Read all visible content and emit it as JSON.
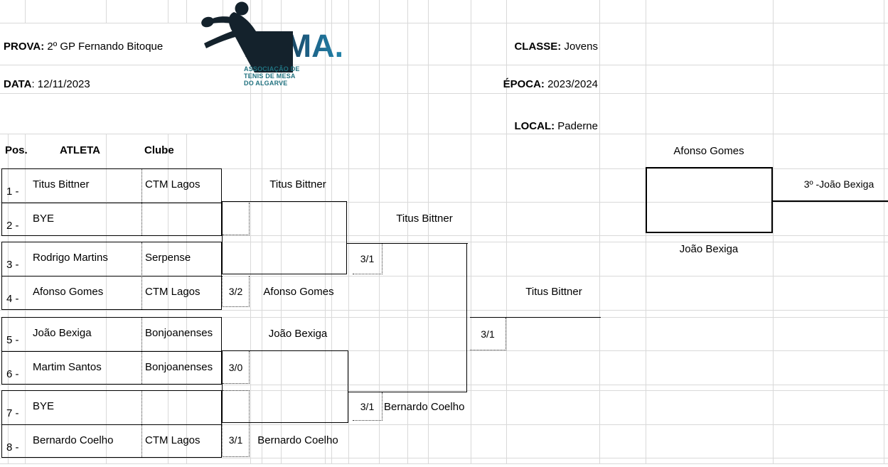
{
  "header": {
    "prova_label": "PROVA:",
    "prova_value": "2º GP Fernando Bitoque",
    "data_label": "DATA",
    "data_value": ": 12/11/2023",
    "classe_label": "CLASSE:",
    "classe_value": "Jovens",
    "epoca_label": "ÉPOCA:",
    "epoca_value": "2023/2024",
    "local_label": "LOCAL:",
    "local_value": "Paderne"
  },
  "logo": {
    "brand": "ATMA.",
    "subtitle_lines": [
      "ASSOCIAÇÃO DE",
      "TENIS DE MESA",
      "DO ALGARVE"
    ],
    "colors": {
      "silhouette_dark": "#14222c",
      "brand_teal": "#2284ab",
      "subtitle_teal": "#20717f"
    }
  },
  "table_headers": {
    "pos": "Pos.",
    "atleta": "ATLETA",
    "clube": "Clube"
  },
  "players": [
    {
      "pos": "1 -",
      "name": "Titus Bittner",
      "club": "CTM Lagos"
    },
    {
      "pos": "2 -",
      "name": "BYE",
      "club": ""
    },
    {
      "pos": "3 -",
      "name": "Rodrigo Martins",
      "club": "Serpense"
    },
    {
      "pos": "4 -",
      "name": "Afonso Gomes",
      "club": "CTM Lagos"
    },
    {
      "pos": "5 -",
      "name": "João Bexiga",
      "club": "Bonjoanenses"
    },
    {
      "pos": "6 -",
      "name": "Martim Santos",
      "club": "Bonjoanenses"
    },
    {
      "pos": "7 -",
      "name": "BYE",
      "club": ""
    },
    {
      "pos": "8 -",
      "name": "Bernardo Coelho",
      "club": "CTM Lagos"
    }
  ],
  "bracket": {
    "quarter_winners": [
      {
        "name": "Titus Bittner",
        "score": ""
      },
      {
        "name": "Afonso Gomes",
        "score": "3/2"
      },
      {
        "name": "João Bexiga",
        "score": "3/0"
      },
      {
        "name": "Bernardo Coelho",
        "score": "3/1"
      }
    ],
    "semifinal_winners": [
      {
        "name": "Titus Bittner",
        "score": "3/1"
      },
      {
        "name": "Bernardo Coelho",
        "score": "3/1"
      }
    ],
    "final_winner": {
      "name": "Titus Bittner",
      "score": "3/1"
    },
    "third_place": {
      "top": "Afonso Gomes",
      "bottom": "João Bexiga",
      "result": "3º -João Bexiga"
    }
  }
}
